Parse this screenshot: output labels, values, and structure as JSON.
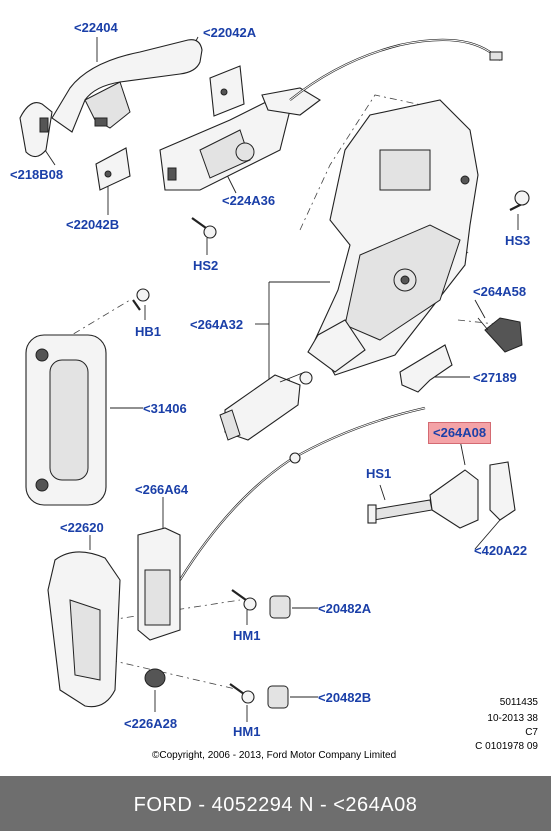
{
  "callouts": {
    "c22404": "<22404",
    "c22042A": "<22042A",
    "c218B08": "<218B08",
    "c22042B": "<22042B",
    "c224A36": "<224A36",
    "cHS2": "HS2",
    "cHS3": "HS3",
    "c264A58": "<264A58",
    "cHB1": "HB1",
    "c264A32": "<264A32",
    "c27189": "<27189",
    "c31406": "<31406",
    "c264A08": "<264A08",
    "cHS1": "HS1",
    "c266A64": "<266A64",
    "c420A22": "<420A22",
    "c22620": "<22620",
    "c20482A": "<20482A",
    "cHM1a": "HM1",
    "c20482B": "<20482B",
    "c226A28": "<226A28",
    "cHM1b": "HM1"
  },
  "meta": {
    "line1": "5011435",
    "line2": "10-2013 38",
    "line3": "C7",
    "line4": "C 0101978 09"
  },
  "copyright": "©Copyright, 2006 - 2013, Ford Motor Company Limited",
  "footer": {
    "text": "FORD - 4052294      N - <264A08"
  },
  "colors": {
    "callout": "#1a3fa8",
    "highlight": "#f4a3a7",
    "footer_bg": "#6e6e6e"
  }
}
